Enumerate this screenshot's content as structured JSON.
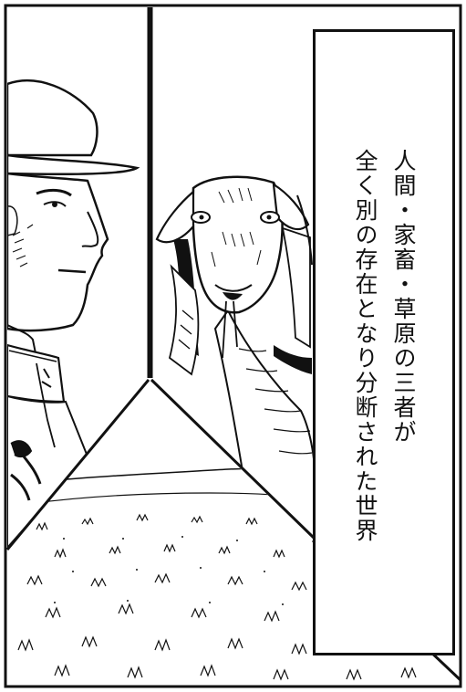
{
  "caption": {
    "line1": "人間・家畜・草原の三者が",
    "line2": "全く別の存在となり分断された世界"
  },
  "colors": {
    "ink": "#111111",
    "paper": "#ffffff"
  },
  "icons": [
    "herdsman-illustration",
    "sheep-illustration",
    "grassland-illustration"
  ]
}
